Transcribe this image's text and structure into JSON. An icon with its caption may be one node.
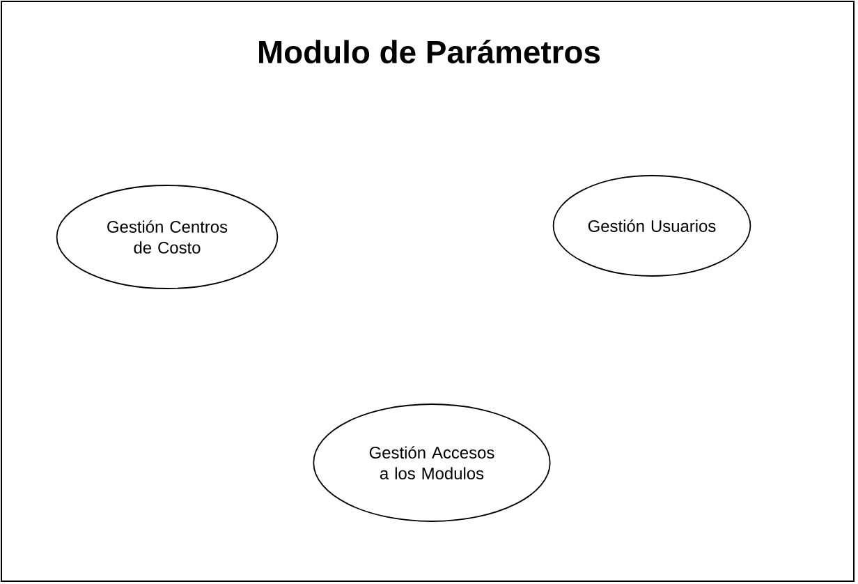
{
  "diagram": {
    "title": "Modulo de Parámetros",
    "nodes": [
      {
        "text": [
          "Gestión Centros de Costo"
        ]
      },
      {
        "text": [
          "Gestión Usuarios"
        ]
      },
      {
        "text": [
          "Gestión Accesos a los Modulos"
        ]
      }
    ]
  }
}
